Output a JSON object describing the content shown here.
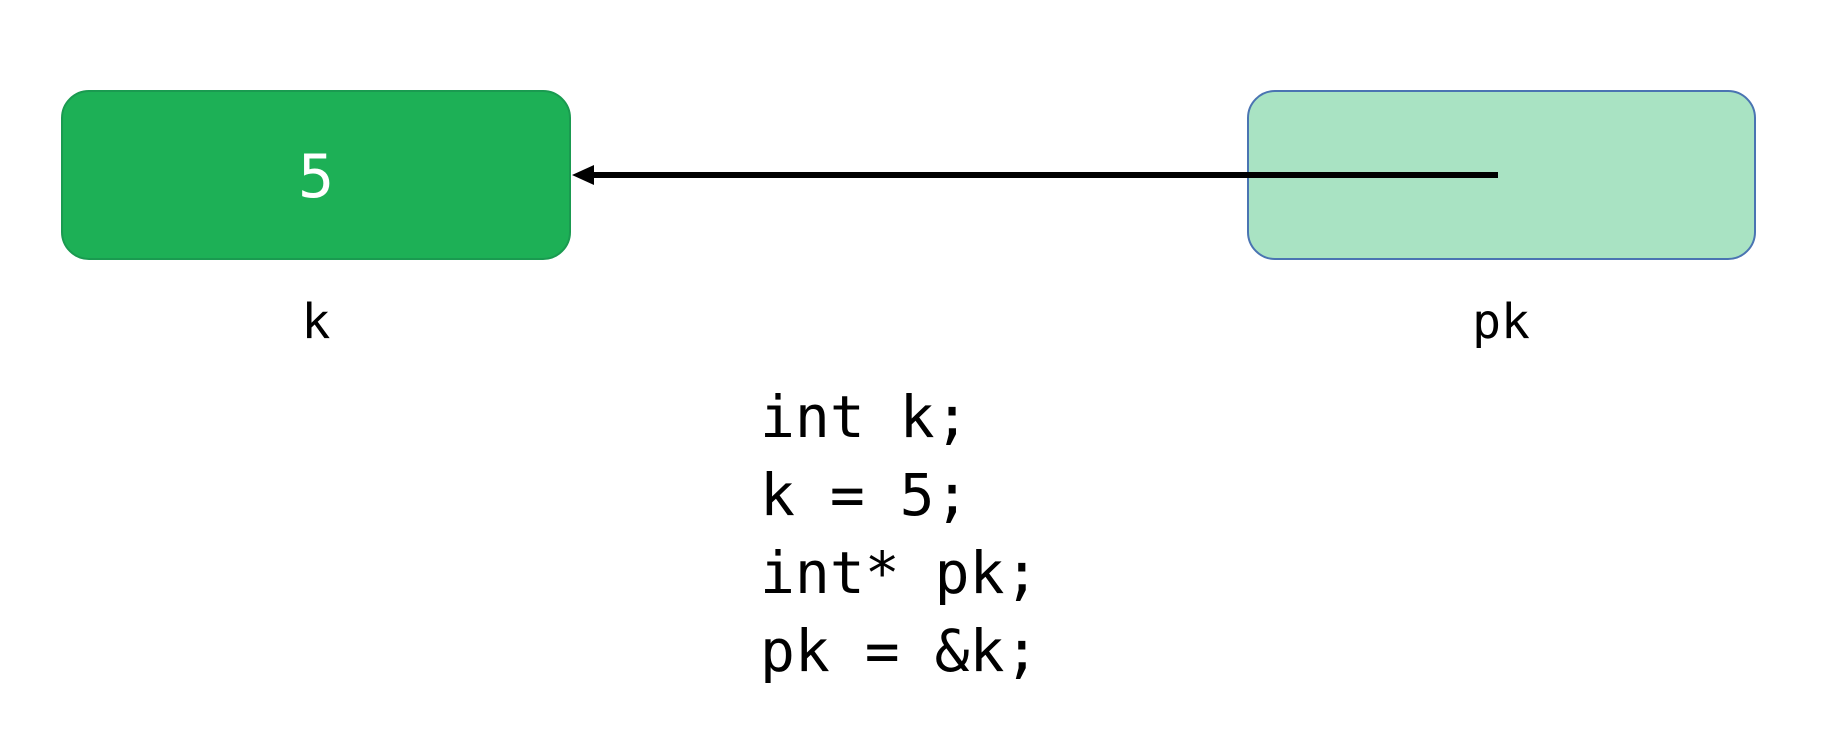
{
  "colors": {
    "k_box_fill": "#1db056",
    "pk_box_fill": "#a9e3c3",
    "arrow": "#000000"
  },
  "variables": [
    {
      "id": "k",
      "value": "5",
      "label": "k"
    },
    {
      "id": "pk",
      "value": "",
      "label": "pk"
    }
  ],
  "code": [
    "int k;",
    "k = 5;",
    "int* pk;",
    "pk = &k;"
  ]
}
